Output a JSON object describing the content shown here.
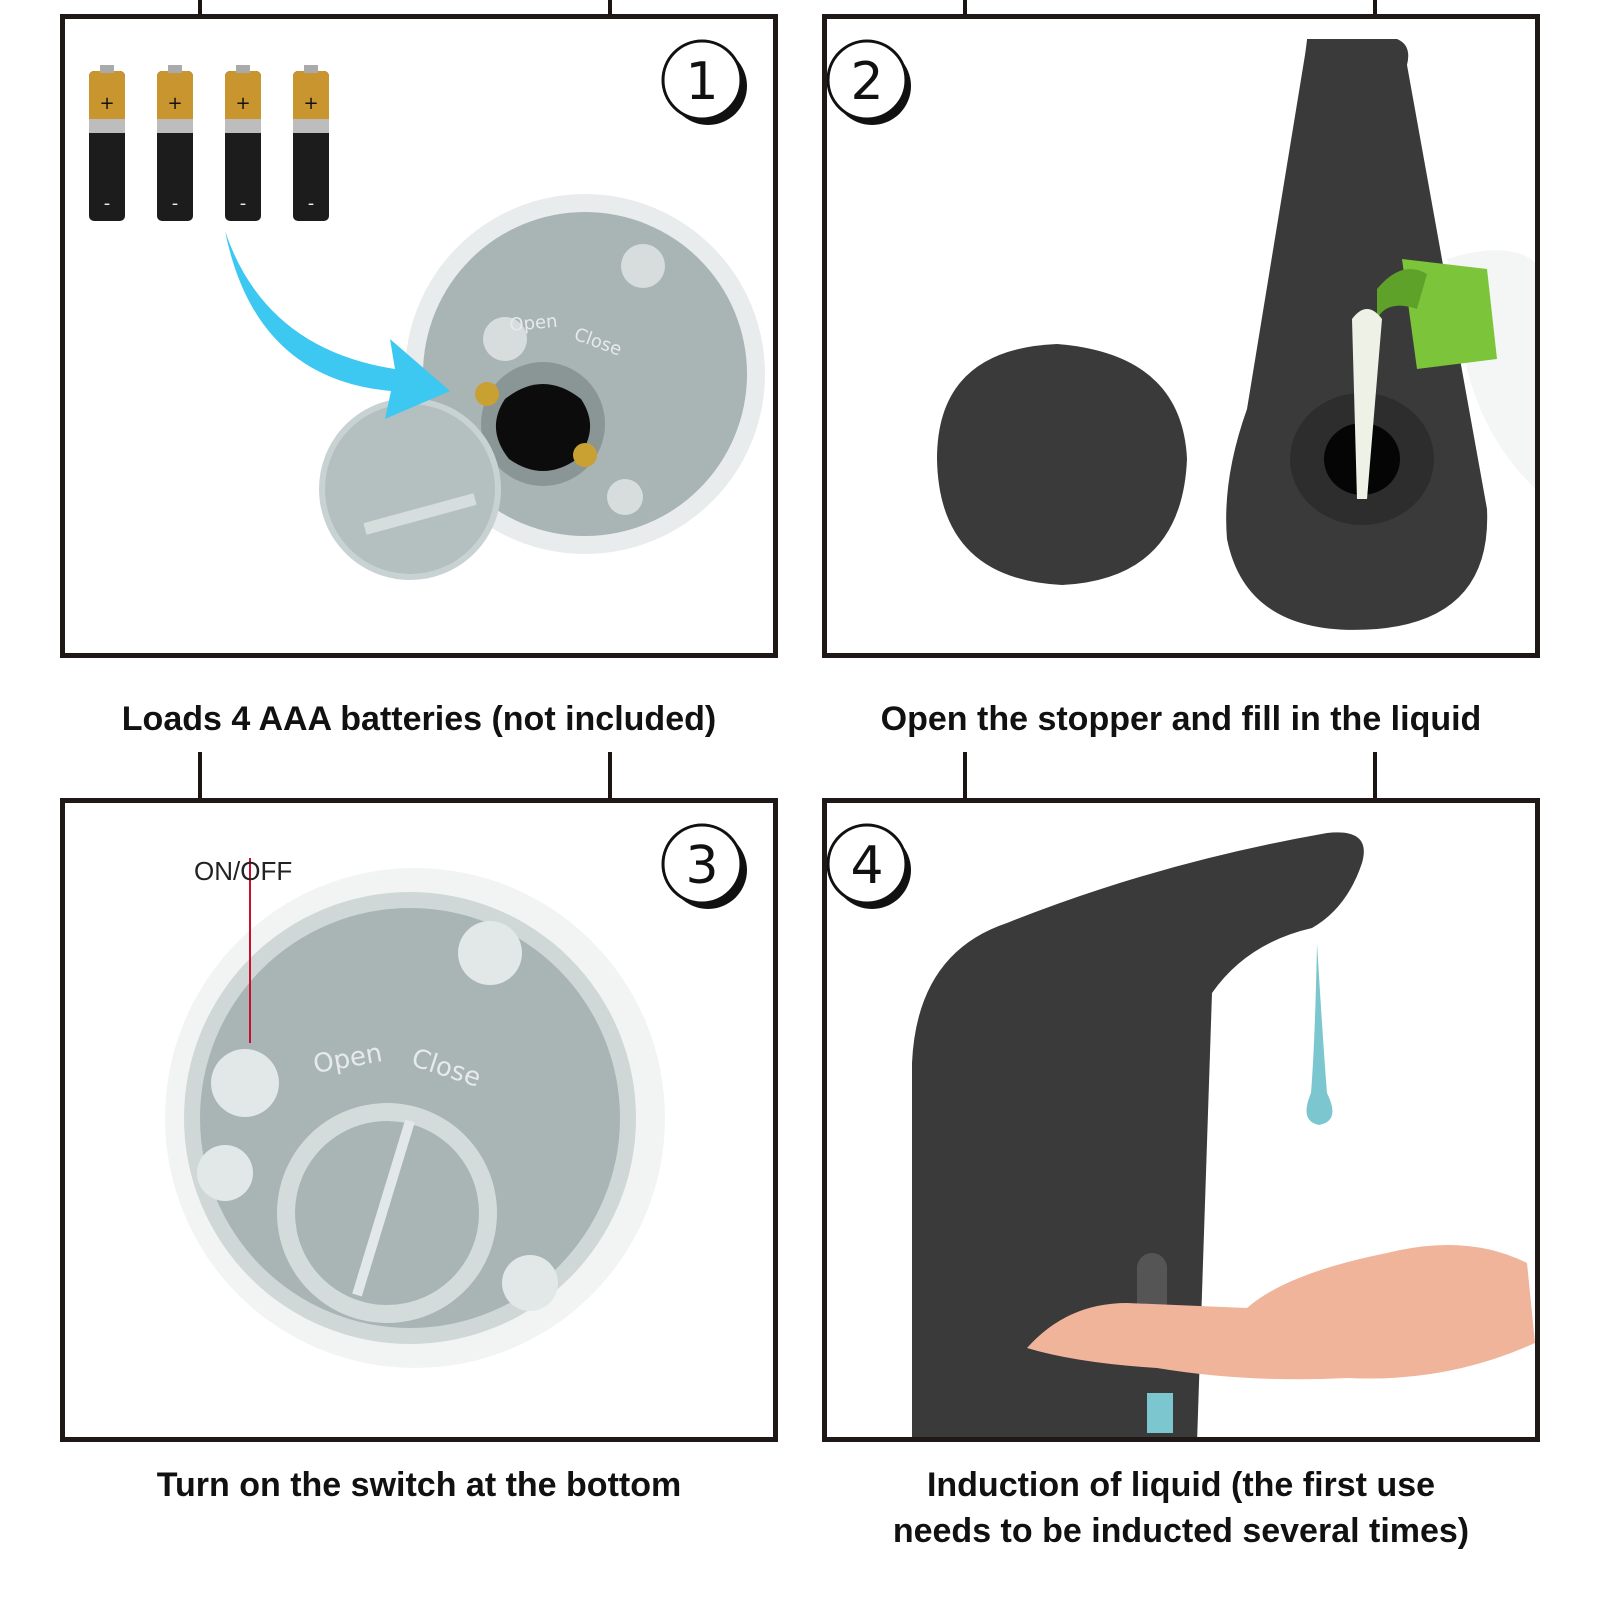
{
  "steps": [
    {
      "number": "1",
      "caption_lines": [
        "Loads 4 AAA batteries (not included)"
      ],
      "cover_labels": {
        "open": "Open",
        "close": "Close"
      },
      "battery_plus": "+",
      "battery_minus": "-"
    },
    {
      "number": "2",
      "caption_lines": [
        "Open the stopper and fill in the liquid"
      ]
    },
    {
      "number": "3",
      "caption_lines": [
        "Turn on the switch at the bottom"
      ],
      "switch_label": "ON/OFF",
      "cover_labels": {
        "open": "Open",
        "close": "Close"
      }
    },
    {
      "number": "4",
      "caption_lines": [
        "Induction of liquid (the first use",
        "needs to be inducted several times)"
      ]
    }
  ],
  "colors": {
    "frame": "#1f1816",
    "base_gray": "#a9b4b4",
    "dispenser": "#3a3a3a",
    "arrow": "#3cc8f0",
    "bottle_cap": "#7cc53a",
    "liquid_drop": "#7cc7cf"
  },
  "icons": [
    "battery-icon",
    "power-icon",
    "arrow-icon",
    "drop-icon",
    "hand-icon"
  ]
}
